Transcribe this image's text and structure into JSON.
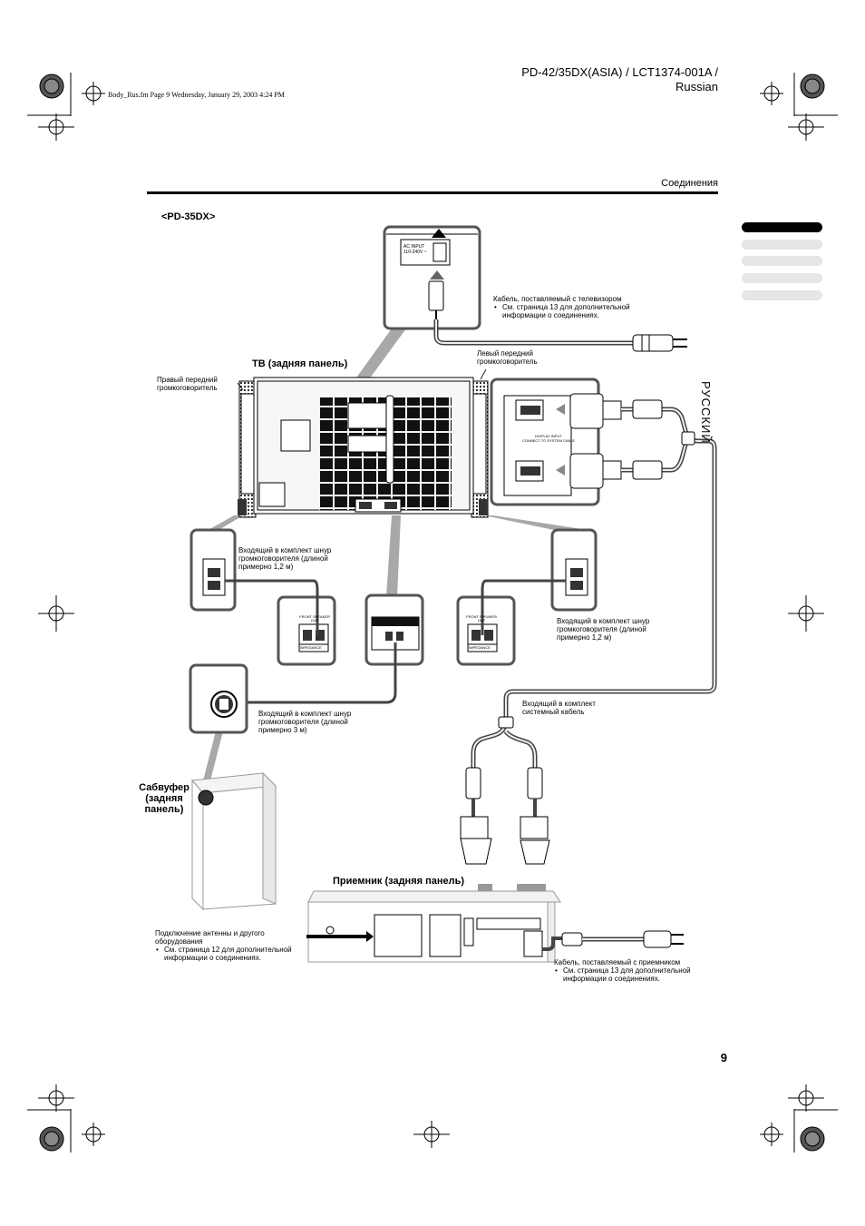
{
  "header": {
    "doc_id": "PD-42/35DX(ASIA) / LCT1374-001A / Russian",
    "file_info": "Body_Rus.fm  Page 9  Wednesday, January 29, 2003  4:24 PM",
    "section": "Соединения"
  },
  "model_label": "<PD-35DX>",
  "side_tab_label": "РУССКИЙ",
  "page_number": "9",
  "labels": {
    "tv_rear": "ТВ (задняя панель)",
    "right_front_speaker": "Правый передний громкоговоритель",
    "left_front_speaker": "Левый передний громкоговоритель",
    "subwoofer": "Сабвуфер (задняя панель)",
    "receiver_rear": "Приемник (задняя панель)"
  },
  "notes": {
    "tv_cable_title": "Кабель, поставляемый с телевизором",
    "tv_cable_bullet": "См. страница 13 для дополнительной информации о соединениях.",
    "speaker_cord_left": "Входящий в комплект шнур громкоговорителя (длиной примерно 1,2 м)",
    "speaker_cord_right": "Входящий в комплект шнур громкоговорителя (длиной примерно 1,2 м)",
    "subwoofer_cord": "Входящий в комплект шнур громкоговорителя (длиной примерно 3 м)",
    "system_cable": "Входящий в комплект системный кабель",
    "antenna_title": "Подключение антенны и другого оборудования",
    "antenna_bullet": "См. страница 12 для дополнительной информации о соединениях.",
    "receiver_cable_title": "Кабель, поставляемый с приемником",
    "receiver_cable_bullet": "См. страница 13 для дополнительной информации о соединениях."
  },
  "diagram_text": {
    "ac_input": "AC INPUT",
    "ac_voltage": "110-240V ~",
    "display_input": "DISPLAY INPUT",
    "connect_system": "CONNECT TO SYSTEM CABLE",
    "front_speaker_out": "FRONT SPEAKER OUT",
    "impedance": "IMPEDANCE"
  }
}
